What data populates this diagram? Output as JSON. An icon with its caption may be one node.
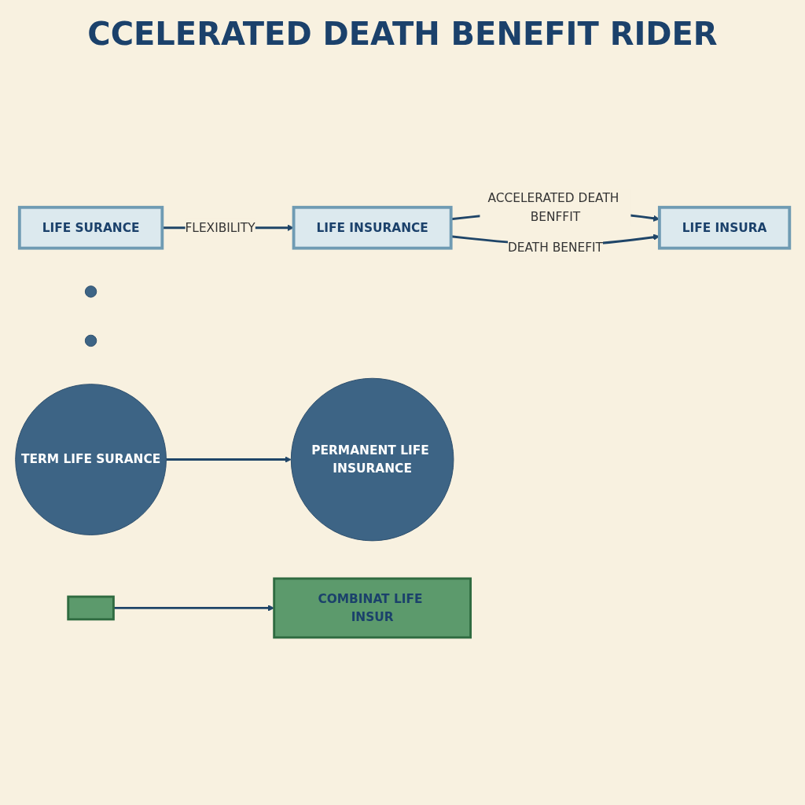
{
  "diagram": {
    "title": "CCELERATED DEATH BENEFIT RIDER",
    "nodes": [
      {
        "text": [
          "LIFE SURANCE"
        ]
      },
      {
        "text": [],
        "shape": "person"
      },
      {
        "text": [
          "LIFE INSURANCE"
        ]
      },
      {
        "text": [],
        "shape": "person"
      },
      {
        "text": [
          "LIFE INSURA"
        ]
      },
      {
        "text": [],
        "shape": "picture"
      },
      {
        "text": [
          "TERM LIFE SURANCE"
        ]
      },
      {
        "text": [
          "PERMANENT LIFE INSURANCE"
        ]
      },
      {
        "text": [
          "COMBINAT LIFE INSUR"
        ]
      }
    ],
    "edges": [
      {
        "from": 0,
        "to": 2,
        "arrow": "to",
        "label": "FLEXIBILITY"
      },
      {
        "from": 2,
        "to": 4,
        "arrow": "to",
        "label": "ACCELERATED DEATH BENFFIT"
      },
      {
        "from": 2,
        "to": 4,
        "arrow": "to",
        "label": "DEATH BENEFIT"
      },
      {
        "from": 6,
        "to": 7,
        "arrow": "to"
      },
      {
        "from": 5,
        "to": 8,
        "arrow": "to"
      }
    ]
  }
}
